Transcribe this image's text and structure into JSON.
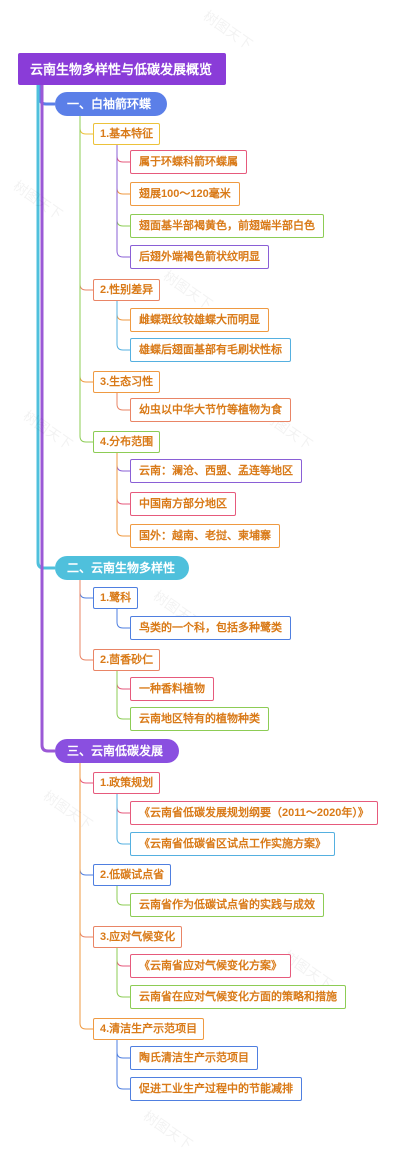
{
  "watermark": "树图天下",
  "colors": {
    "root_bg": "#8a3cd8",
    "spine": "#9b59d6",
    "text_orange": "#d97a18",
    "sec1": "#5b7fe8",
    "sec2": "#4fc0dc",
    "sec3": "#8a4fe0",
    "palette": [
      "#ecc23a",
      "#e98566",
      "#e65a7c",
      "#ef9a42",
      "#8dcc55",
      "#8a5fd6",
      "#55b0e0",
      "#4f7fe0"
    ]
  },
  "root": {
    "label": "云南生物多样性与低碳发展概览"
  },
  "sections": [
    {
      "label": "一、白袖箭环蝶",
      "subs": [
        {
          "label": "1.基本特征",
          "leaves": [
            "属于环蝶科箭环蝶属",
            "翅展100～120毫米",
            "翅面基半部褐黄色，前翅端半部白色",
            "后翅外端褐色箭状纹明显"
          ]
        },
        {
          "label": "2.性别差异",
          "leaves": [
            "雌蝶斑纹较雄蝶大而明显",
            "雄蝶后翅面基部有毛刷状性标"
          ]
        },
        {
          "label": "3.生态习性",
          "leaves": [
            "幼虫以中华大节竹等植物为食"
          ]
        },
        {
          "label": "4.分布范围",
          "leaves": [
            "云南：澜沧、西盟、孟连等地区",
            "中国南方部分地区",
            "国外：越南、老挝、柬埔寨"
          ]
        }
      ]
    },
    {
      "label": "二、云南生物多样性",
      "subs": [
        {
          "label": "1.鹭科",
          "leaves": [
            "鸟类的一个科，包括多种鹭类"
          ]
        },
        {
          "label": "2.茴香砂仁",
          "leaves": [
            "一种香料植物",
            "云南地区特有的植物种类"
          ]
        }
      ]
    },
    {
      "label": "三、云南低碳发展",
      "subs": [
        {
          "label": "1.政策规划",
          "leaves": [
            "《云南省低碳发展规划纲要（2011～2020年）》",
            "《云南省低碳省区试点工作实施方案》"
          ]
        },
        {
          "label": "2.低碳试点省",
          "leaves": [
            "云南省作为低碳试点省的实践与成效"
          ]
        },
        {
          "label": "3.应对气候变化",
          "leaves": [
            "《云南省应对气候变化方案》",
            "云南省在应对气候变化方面的策略和措施"
          ]
        },
        {
          "label": "4.清洁生产示范项目",
          "leaves": [
            "陶氏清洁生产示范项目",
            "促进工业生产过程中的节能减排"
          ]
        }
      ]
    }
  ]
}
